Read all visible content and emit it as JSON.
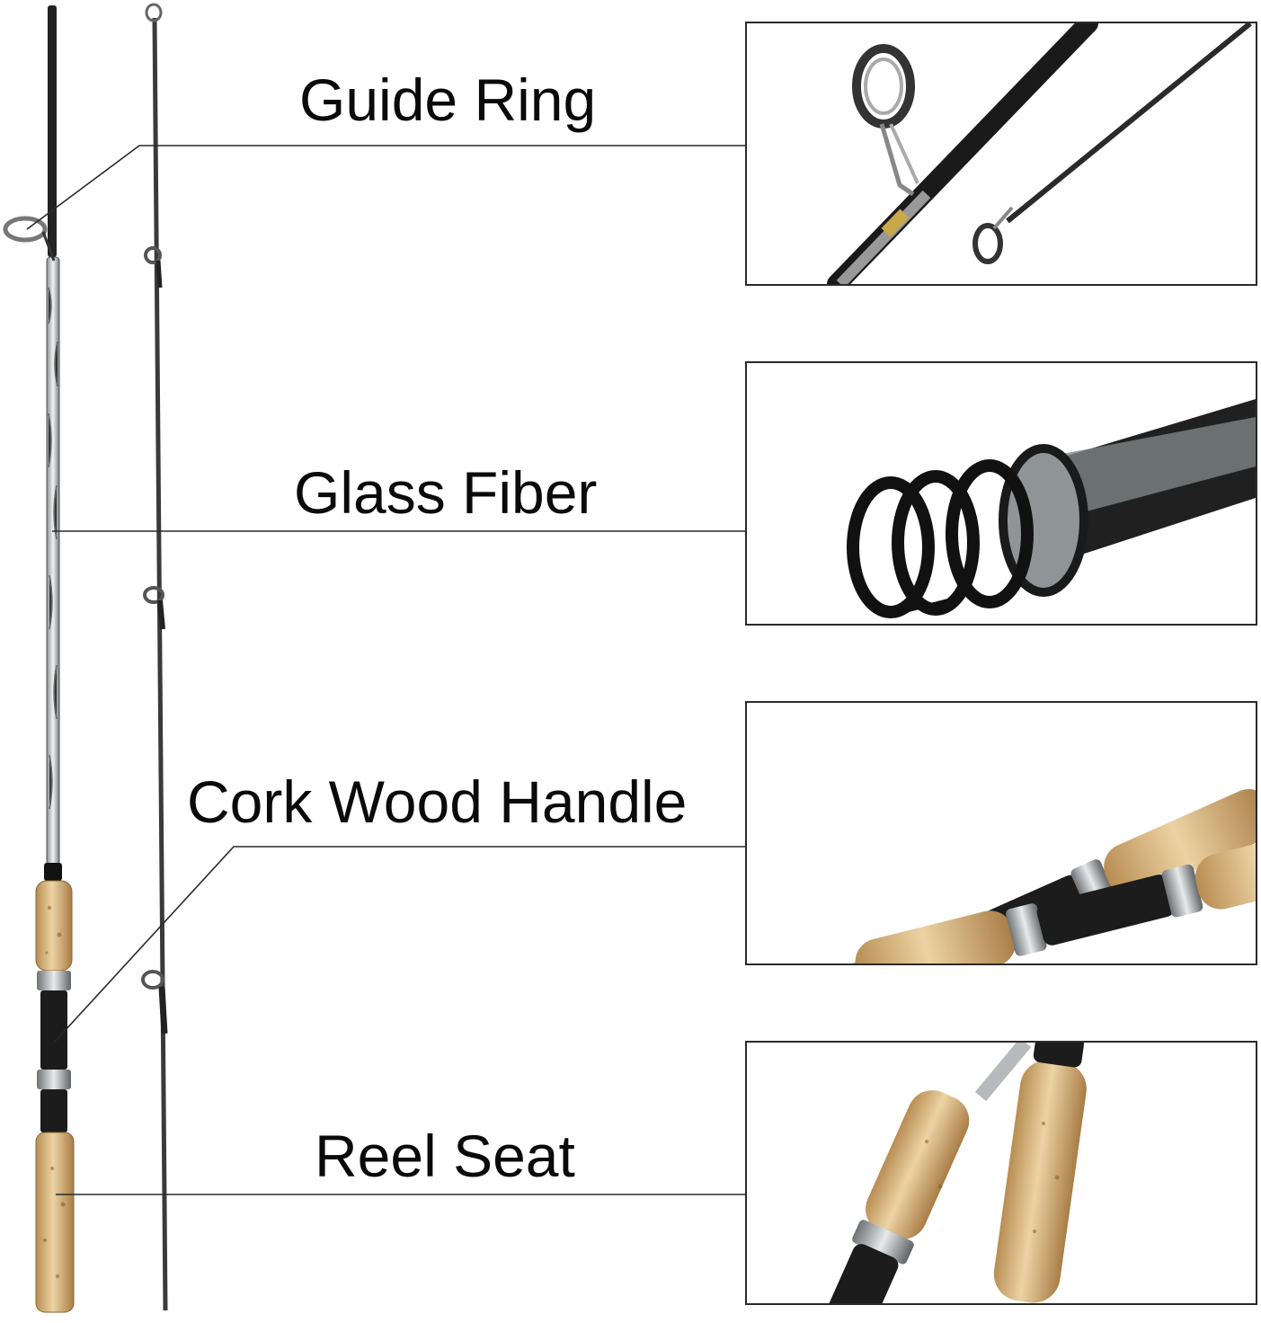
{
  "labels": {
    "guide_ring": "Guide Ring",
    "glass_fiber": "Glass Fiber",
    "cork_wood_handle": "Cork Wood Handle",
    "reel_seat": "Reel Seat"
  },
  "colors": {
    "text": "#0a0a0a",
    "line": "#2a2a2a",
    "cork": "#d9b57e",
    "blank": "#1e1e1e",
    "metal": "#b9bcbf"
  }
}
